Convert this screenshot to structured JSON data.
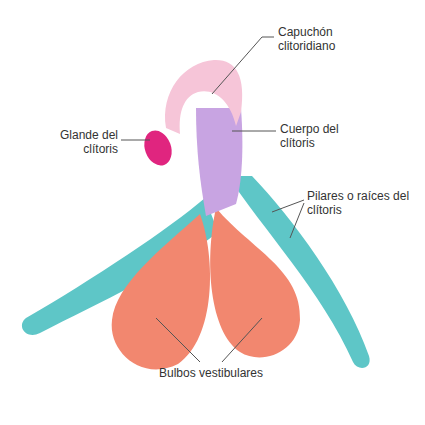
{
  "diagram": {
    "labels": [
      "Capuchón clitoridiano",
      "Glande del clítoris",
      "Cuerpo del clítoris",
      "Pilares o raíces del clítoris",
      "Bulbos vestibulares"
    ]
  }
}
